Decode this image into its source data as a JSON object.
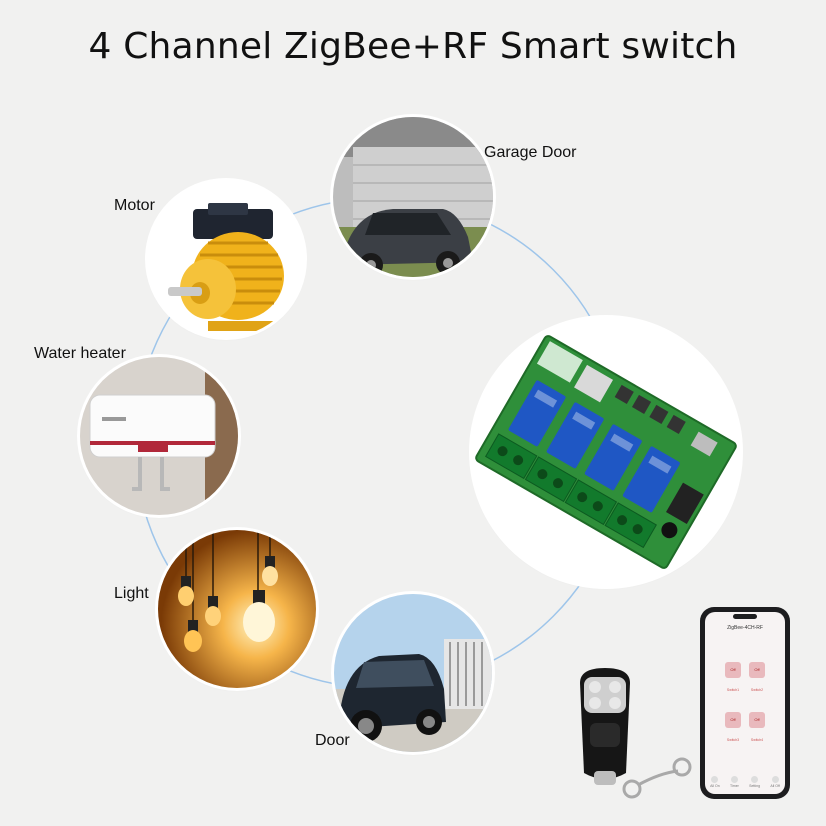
{
  "title": "4 Channel ZigBee+RF Smart switch",
  "labels": {
    "garage": "Garage Door",
    "motor": "Motor",
    "water_heater": "Water heater",
    "light": "Light",
    "door": "Door"
  },
  "app": {
    "title": "ZigBee-4CH-RF",
    "buttons": [
      {
        "icon": "Off",
        "label": "Switch1"
      },
      {
        "icon": "Off",
        "label": "Switch2"
      },
      {
        "icon": "Off",
        "label": "Switch3"
      },
      {
        "icon": "Off",
        "label": "Switch4"
      }
    ],
    "nav": [
      "All On",
      "Timer",
      "Setting",
      "All Off"
    ]
  },
  "colors": {
    "background": "#f1f1f0",
    "ring": "#9ec5ea",
    "pcb": "#2f8f3a",
    "relay": "#1f57c4",
    "motor": "#f0b21b"
  }
}
